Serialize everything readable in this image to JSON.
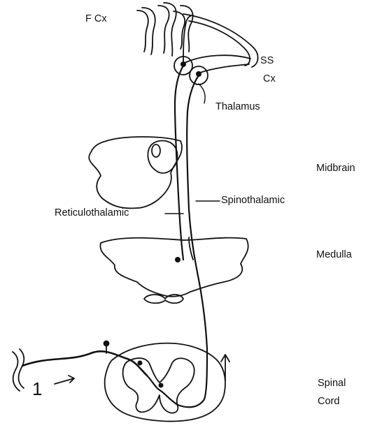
{
  "labels": {
    "frontal_cortex": "F  Cx",
    "ss": "SS",
    "ss_cx": "Cx",
    "thalamus": "Thalamus",
    "midbrain": "Midbrain",
    "spinothalamic": "Spinothalamic",
    "reticulothalamic": "Reticulothalamic",
    "medulla": "Medulla",
    "spinal": "Spinal",
    "cord": "Cord",
    "neuron_number": "1"
  }
}
